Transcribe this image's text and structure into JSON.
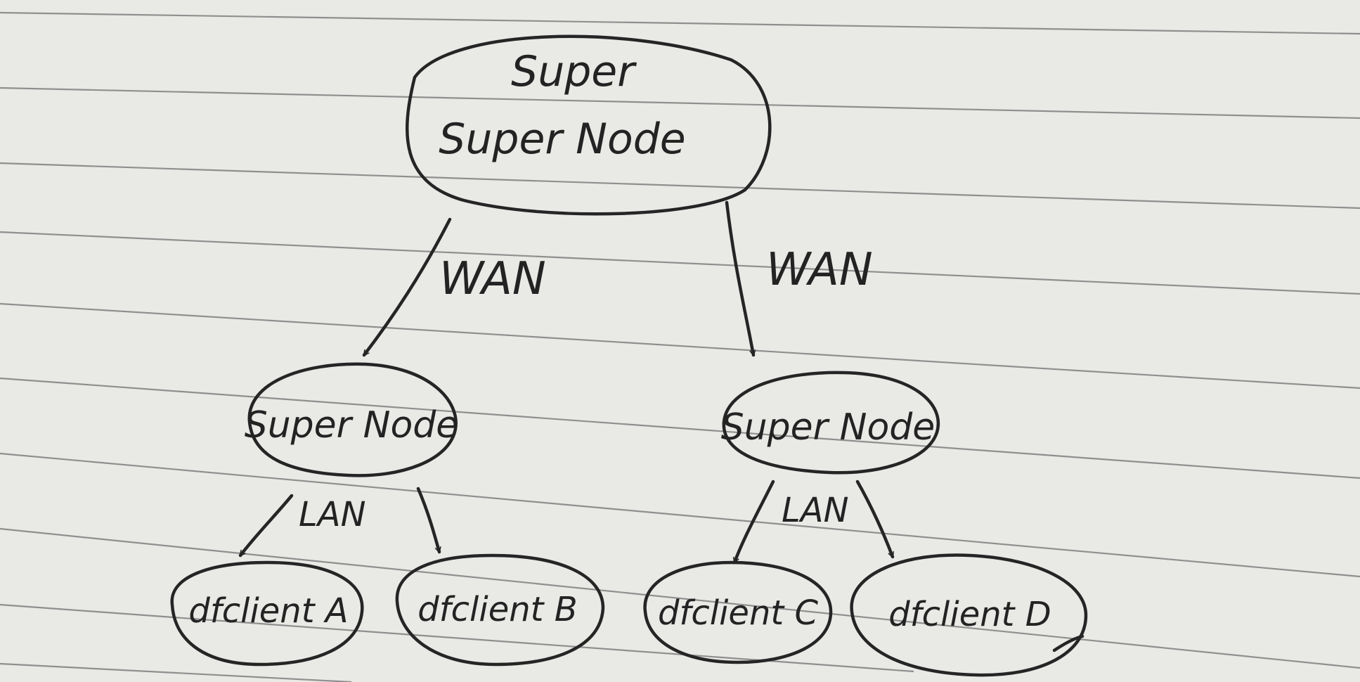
{
  "diagram": {
    "root": {
      "line1": "Super",
      "line2": "Super Node"
    },
    "mid_left": {
      "label": "Super Node"
    },
    "mid_right": {
      "label": "Super Node"
    },
    "clients": [
      {
        "label": "dfclient A"
      },
      {
        "label": "dfclient B"
      },
      {
        "label": "dfclient C"
      },
      {
        "label": "dfclient D"
      }
    ],
    "edges": {
      "wan_left": "WAN",
      "wan_right": "WAN",
      "lan_left": "LAN",
      "lan_right": "LAN"
    }
  },
  "colors": {
    "paper": "#e9e9e6",
    "ink": "#252525",
    "rule_lines": "#8f8f8f"
  }
}
